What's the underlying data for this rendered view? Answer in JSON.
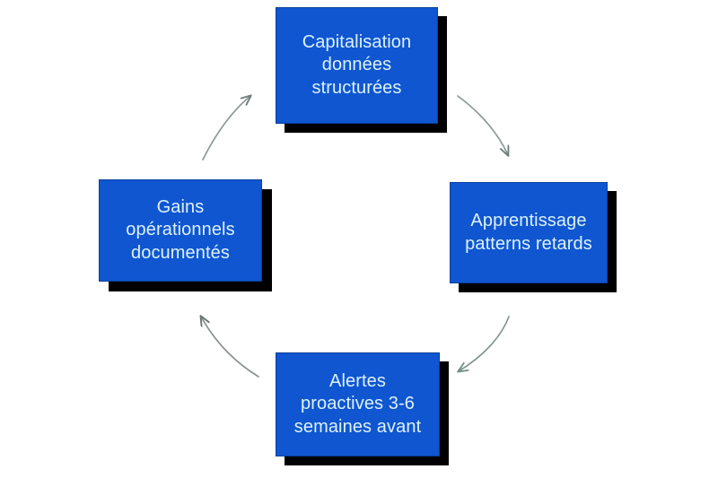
{
  "diagram": {
    "type": "cycle",
    "direction": "clockwise",
    "background_color": "#ffffff",
    "node_fill_color": "#0f56d0",
    "node_border_color": "#0b3f9c",
    "node_text_color": "#ddf1ff",
    "node_shadow_color": "#000000",
    "arrow_color": "#6b7b7b",
    "nodes": [
      {
        "id": "capitalisation",
        "position": "top",
        "text": "Capitalisation\ndonnées\nstructurées",
        "lines": [
          "Capitalisation",
          "données",
          "structurées"
        ]
      },
      {
        "id": "apprentissage",
        "position": "right",
        "text": "Apprentissage\npatterns retards",
        "lines": [
          "Apprentissage",
          "patterns retards"
        ]
      },
      {
        "id": "alertes",
        "position": "bottom",
        "text": "Alertes\nproactives 3-6\nsemaines avant",
        "lines": [
          "Alertes",
          "proactives 3-6",
          "semaines avant"
        ]
      },
      {
        "id": "gains",
        "position": "left",
        "text": "Gains\nopérationnels\ndocumentés",
        "lines": [
          "Gains",
          "opérationnels",
          "documentés"
        ]
      }
    ],
    "arrows": [
      {
        "id": "capitalisation-to-apprentissage",
        "from": "capitalisation",
        "to": "apprentissage"
      },
      {
        "id": "apprentissage-to-alertes",
        "from": "apprentissage",
        "to": "alertes"
      },
      {
        "id": "alertes-to-gains",
        "from": "alertes",
        "to": "gains"
      },
      {
        "id": "gains-to-capitalisation",
        "from": "gains",
        "to": "capitalisation"
      }
    ]
  }
}
